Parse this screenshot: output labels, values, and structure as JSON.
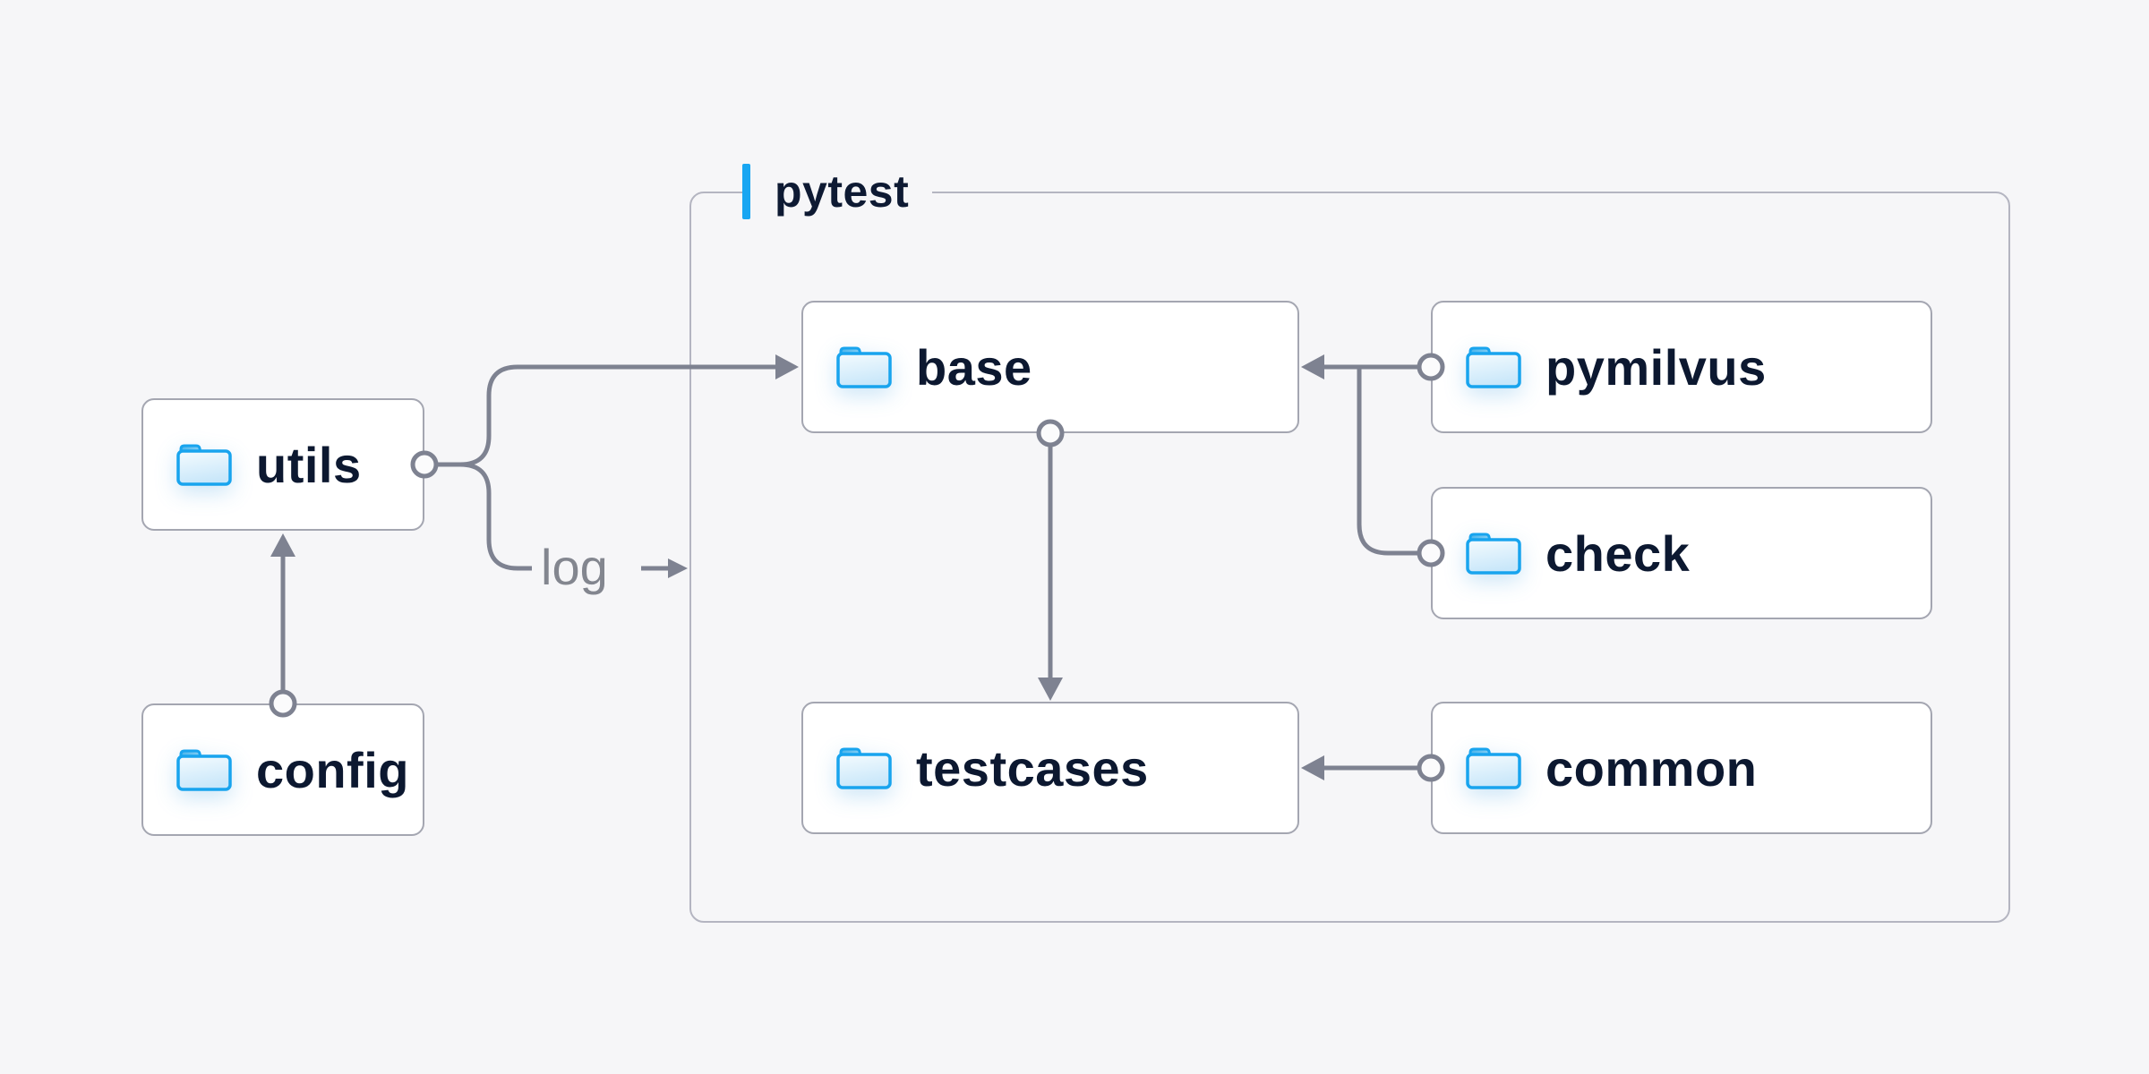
{
  "diagram": {
    "container": {
      "label": "pytest"
    },
    "nodes": {
      "utils": {
        "label": "utils",
        "icon": "folder-icon"
      },
      "config": {
        "label": "config",
        "icon": "folder-icon"
      },
      "base": {
        "label": "base",
        "icon": "folder-icon"
      },
      "pymilvus": {
        "label": "pymilvus",
        "icon": "folder-icon"
      },
      "check": {
        "label": "check",
        "icon": "folder-icon"
      },
      "testcases": {
        "label": "testcases",
        "icon": "folder-icon"
      },
      "common": {
        "label": "common",
        "icon": "folder-icon"
      }
    },
    "edges": [
      {
        "from": "config",
        "to": "utils",
        "type": "arrow",
        "label": ""
      },
      {
        "from": "utils",
        "to": "base",
        "type": "arrow",
        "label": ""
      },
      {
        "from": "utils",
        "to": "pytest-container",
        "type": "arrow",
        "label": "log"
      },
      {
        "from": "pymilvus",
        "to": "base",
        "type": "arrow",
        "label": ""
      },
      {
        "from": "check",
        "to": "base",
        "type": "arrow",
        "label": ""
      },
      {
        "from": "base",
        "to": "testcases",
        "type": "arrow",
        "label": ""
      },
      {
        "from": "common",
        "to": "testcases",
        "type": "arrow",
        "label": ""
      }
    ],
    "colors": {
      "background": "#f6f6f8",
      "node_text": "#0c1830",
      "edge_line": "#7e8291",
      "edge_label_text": "#83868f",
      "accent_blue_bar": "#18a6f2",
      "folder_blue": "#18a4ee",
      "node_border": "#a4a6b1",
      "container_border": "#b4b5c1",
      "node_background": "#ffffff"
    }
  }
}
